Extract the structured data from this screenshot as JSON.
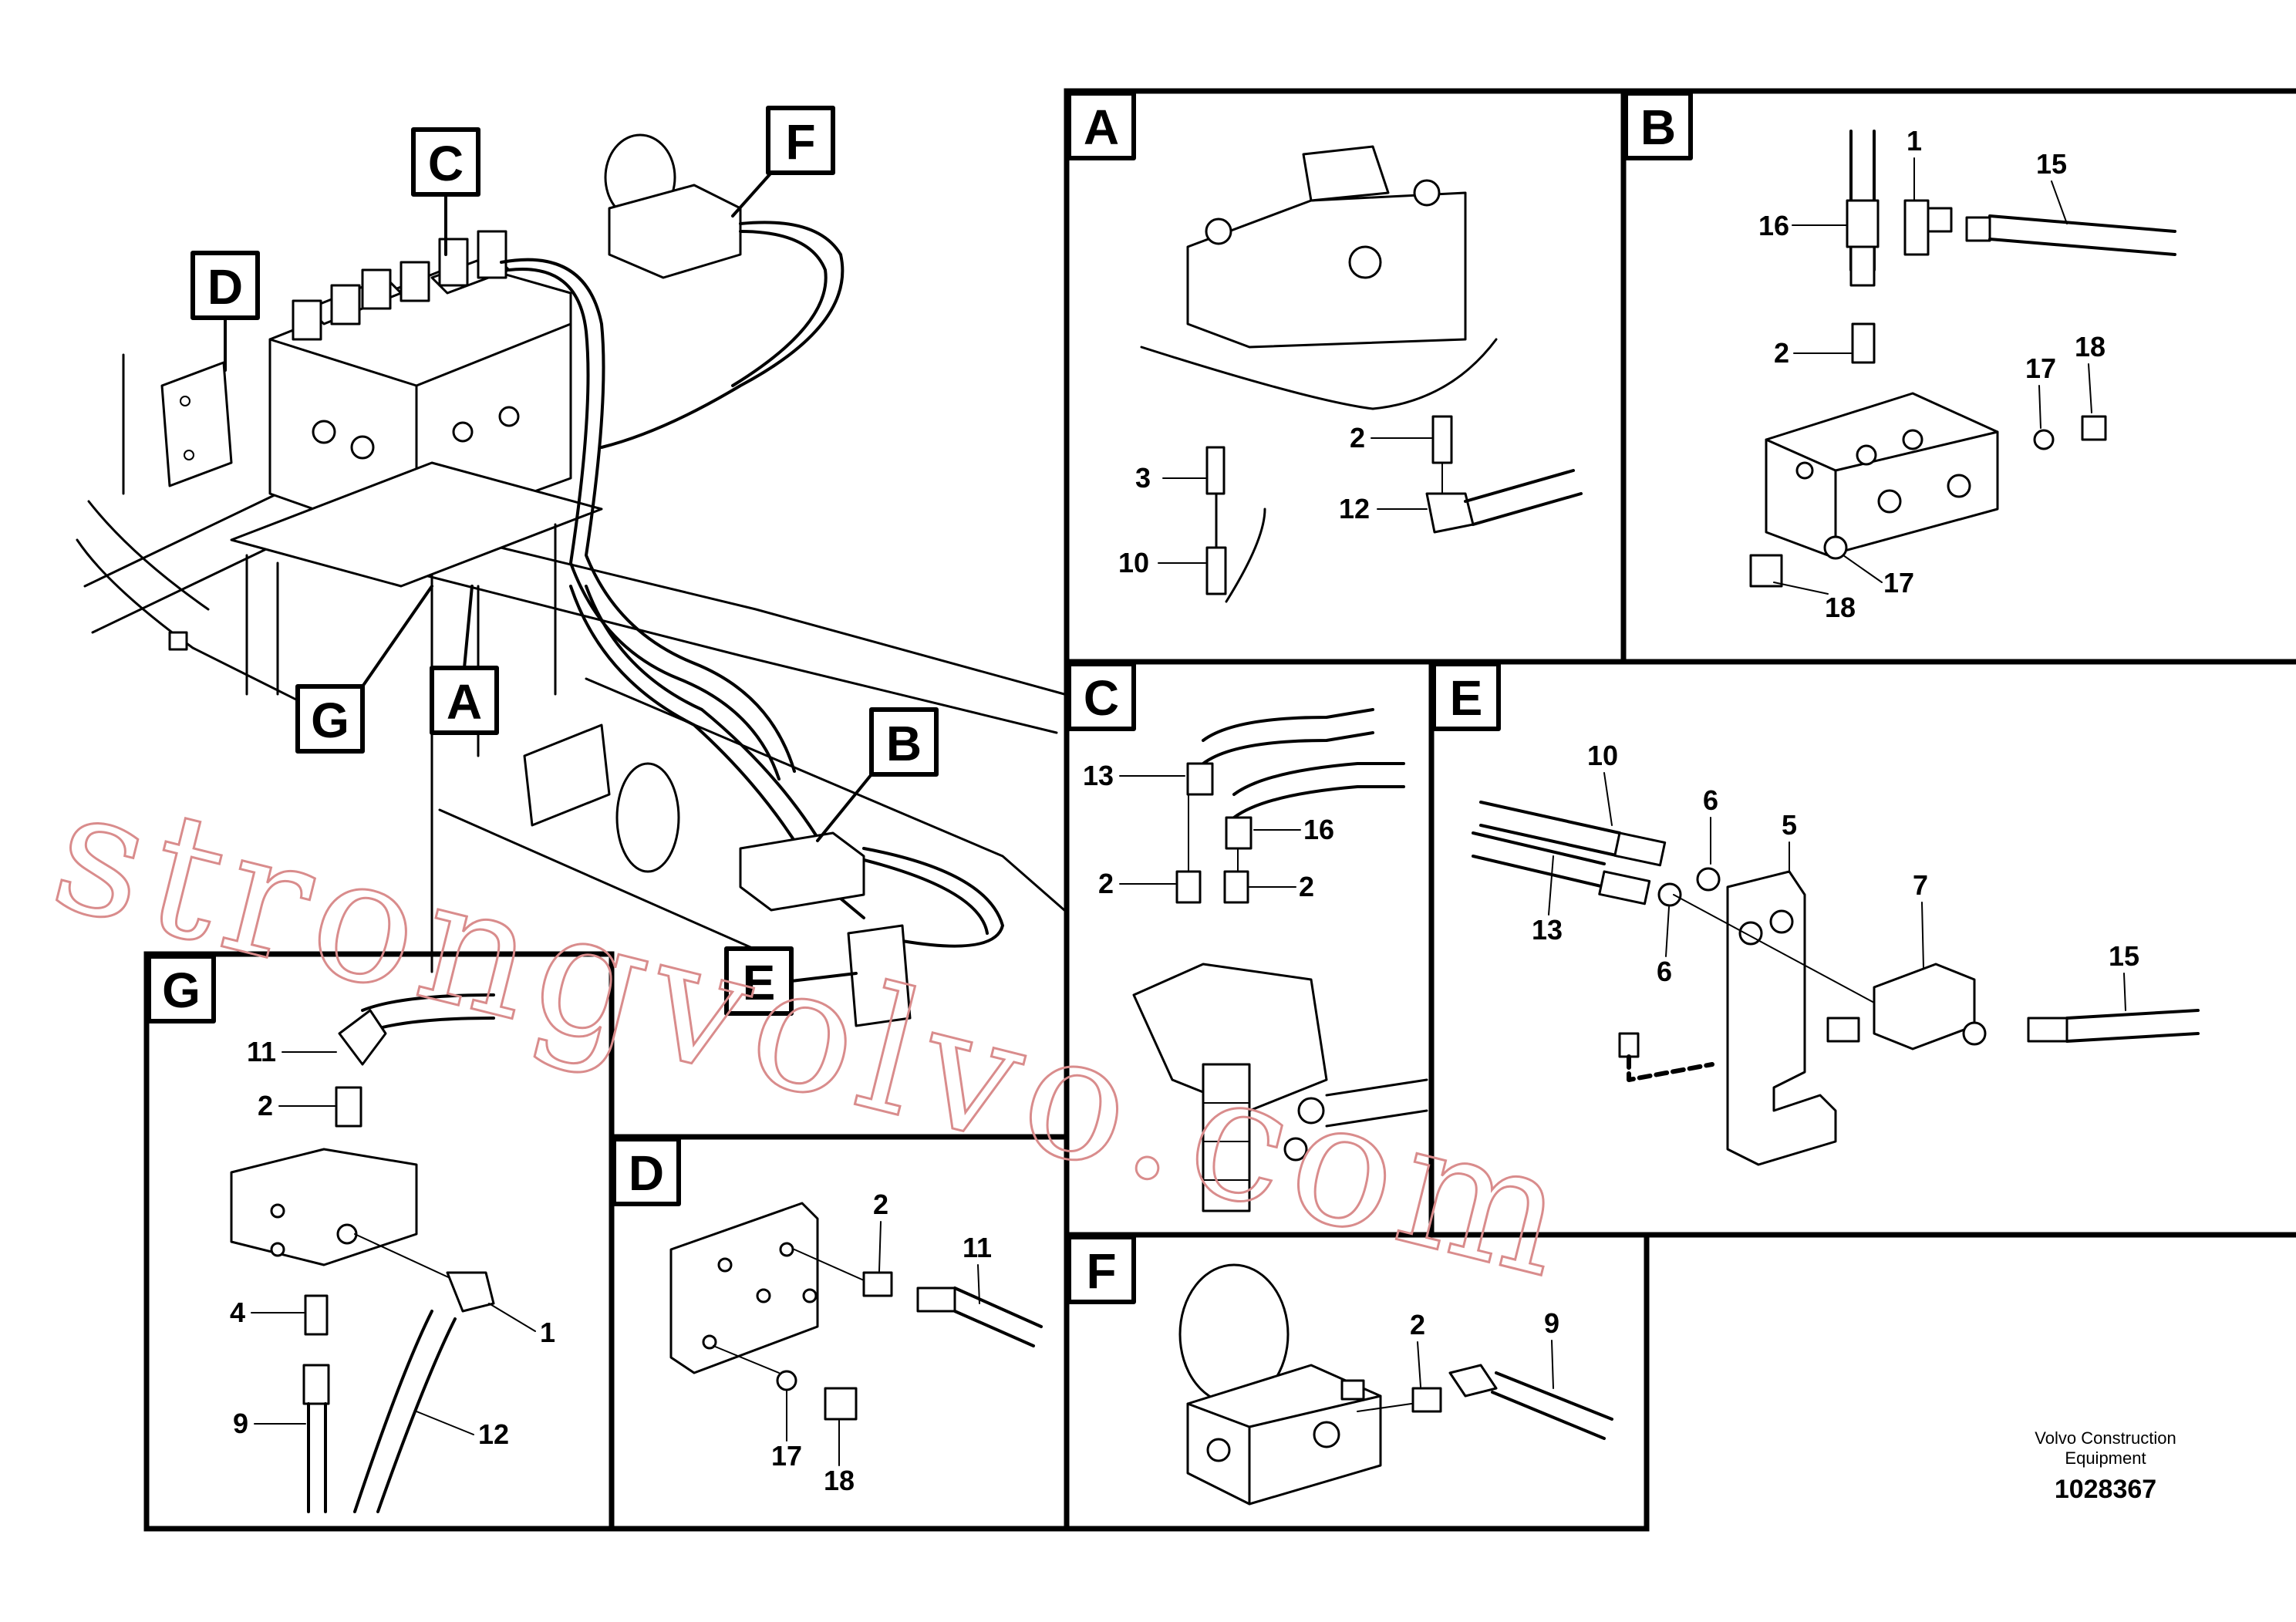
{
  "overview": {
    "letters": {
      "A": "A",
      "B": "B",
      "C": "C",
      "D": "D",
      "E": "E",
      "F": "F",
      "G": "G"
    }
  },
  "panels": {
    "A": {
      "letter": "A",
      "callouts": [
        "3",
        "10",
        "2",
        "12"
      ]
    },
    "B": {
      "letter": "B",
      "callouts": [
        "1",
        "15",
        "16",
        "2",
        "17",
        "18",
        "18",
        "17"
      ]
    },
    "C": {
      "letter": "C",
      "callouts": [
        "13",
        "16",
        "2",
        "2"
      ]
    },
    "E": {
      "letter": "E",
      "callouts": [
        "10",
        "6",
        "5",
        "13",
        "6",
        "7",
        "15"
      ]
    },
    "G": {
      "letter": "G",
      "callouts": [
        "11",
        "2",
        "4",
        "1",
        "9",
        "12"
      ]
    },
    "D": {
      "letter": "D",
      "callouts": [
        "2",
        "11",
        "17",
        "18"
      ]
    },
    "F": {
      "letter": "F",
      "callouts": [
        "2",
        "9"
      ]
    }
  },
  "watermark": "strongvolvo.com",
  "footer": {
    "line1": "Volvo Construction",
    "line2": "Equipment",
    "number": "1028367"
  }
}
